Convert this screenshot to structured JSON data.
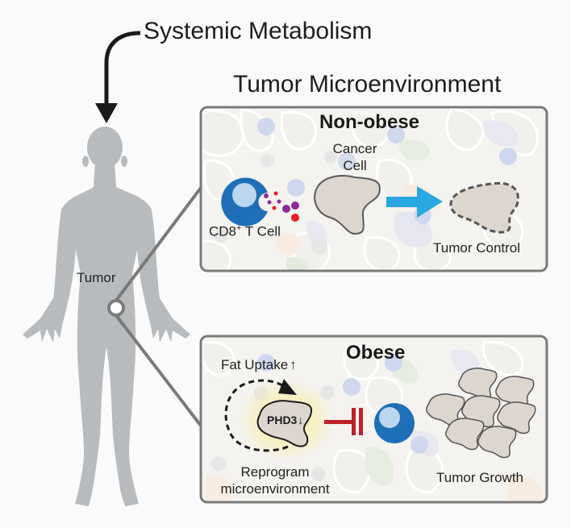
{
  "figure": {
    "systemic_label": "Systemic Metabolism",
    "tme_title": "Tumor Microenvironment",
    "body_label": "Tumor"
  },
  "panels": {
    "non_obese": {
      "heading": "Non-obese",
      "cancer_cell_label_line1": "Cancer",
      "cancer_cell_label_line2": "Cell",
      "tcell_label": "CD8",
      "tcell_superscript": "+",
      "tcell_label_suffix": " T Cell",
      "outcome_label": "Tumor Control"
    },
    "obese": {
      "heading": "Obese",
      "fat_uptake_label": "Fat Uptake",
      "fat_uptake_arrow": "↑",
      "phd3_label": "PHD3",
      "phd3_arrow": "↓",
      "reprogram_line1": "Reprogram",
      "reprogram_line2": "microenvironment",
      "outcome_label": "Tumor Growth"
    }
  },
  "colors": {
    "tcell_blue": "#1e6fb8",
    "tcell_nucleus": "#bcd6ef",
    "arrow_blue": "#29a8e0",
    "inhibit_red": "#c0202a",
    "cancer_fill": "#ddd6cf",
    "body_gray": "#b8bbbd",
    "frame_gray": "#7a7a7a"
  }
}
